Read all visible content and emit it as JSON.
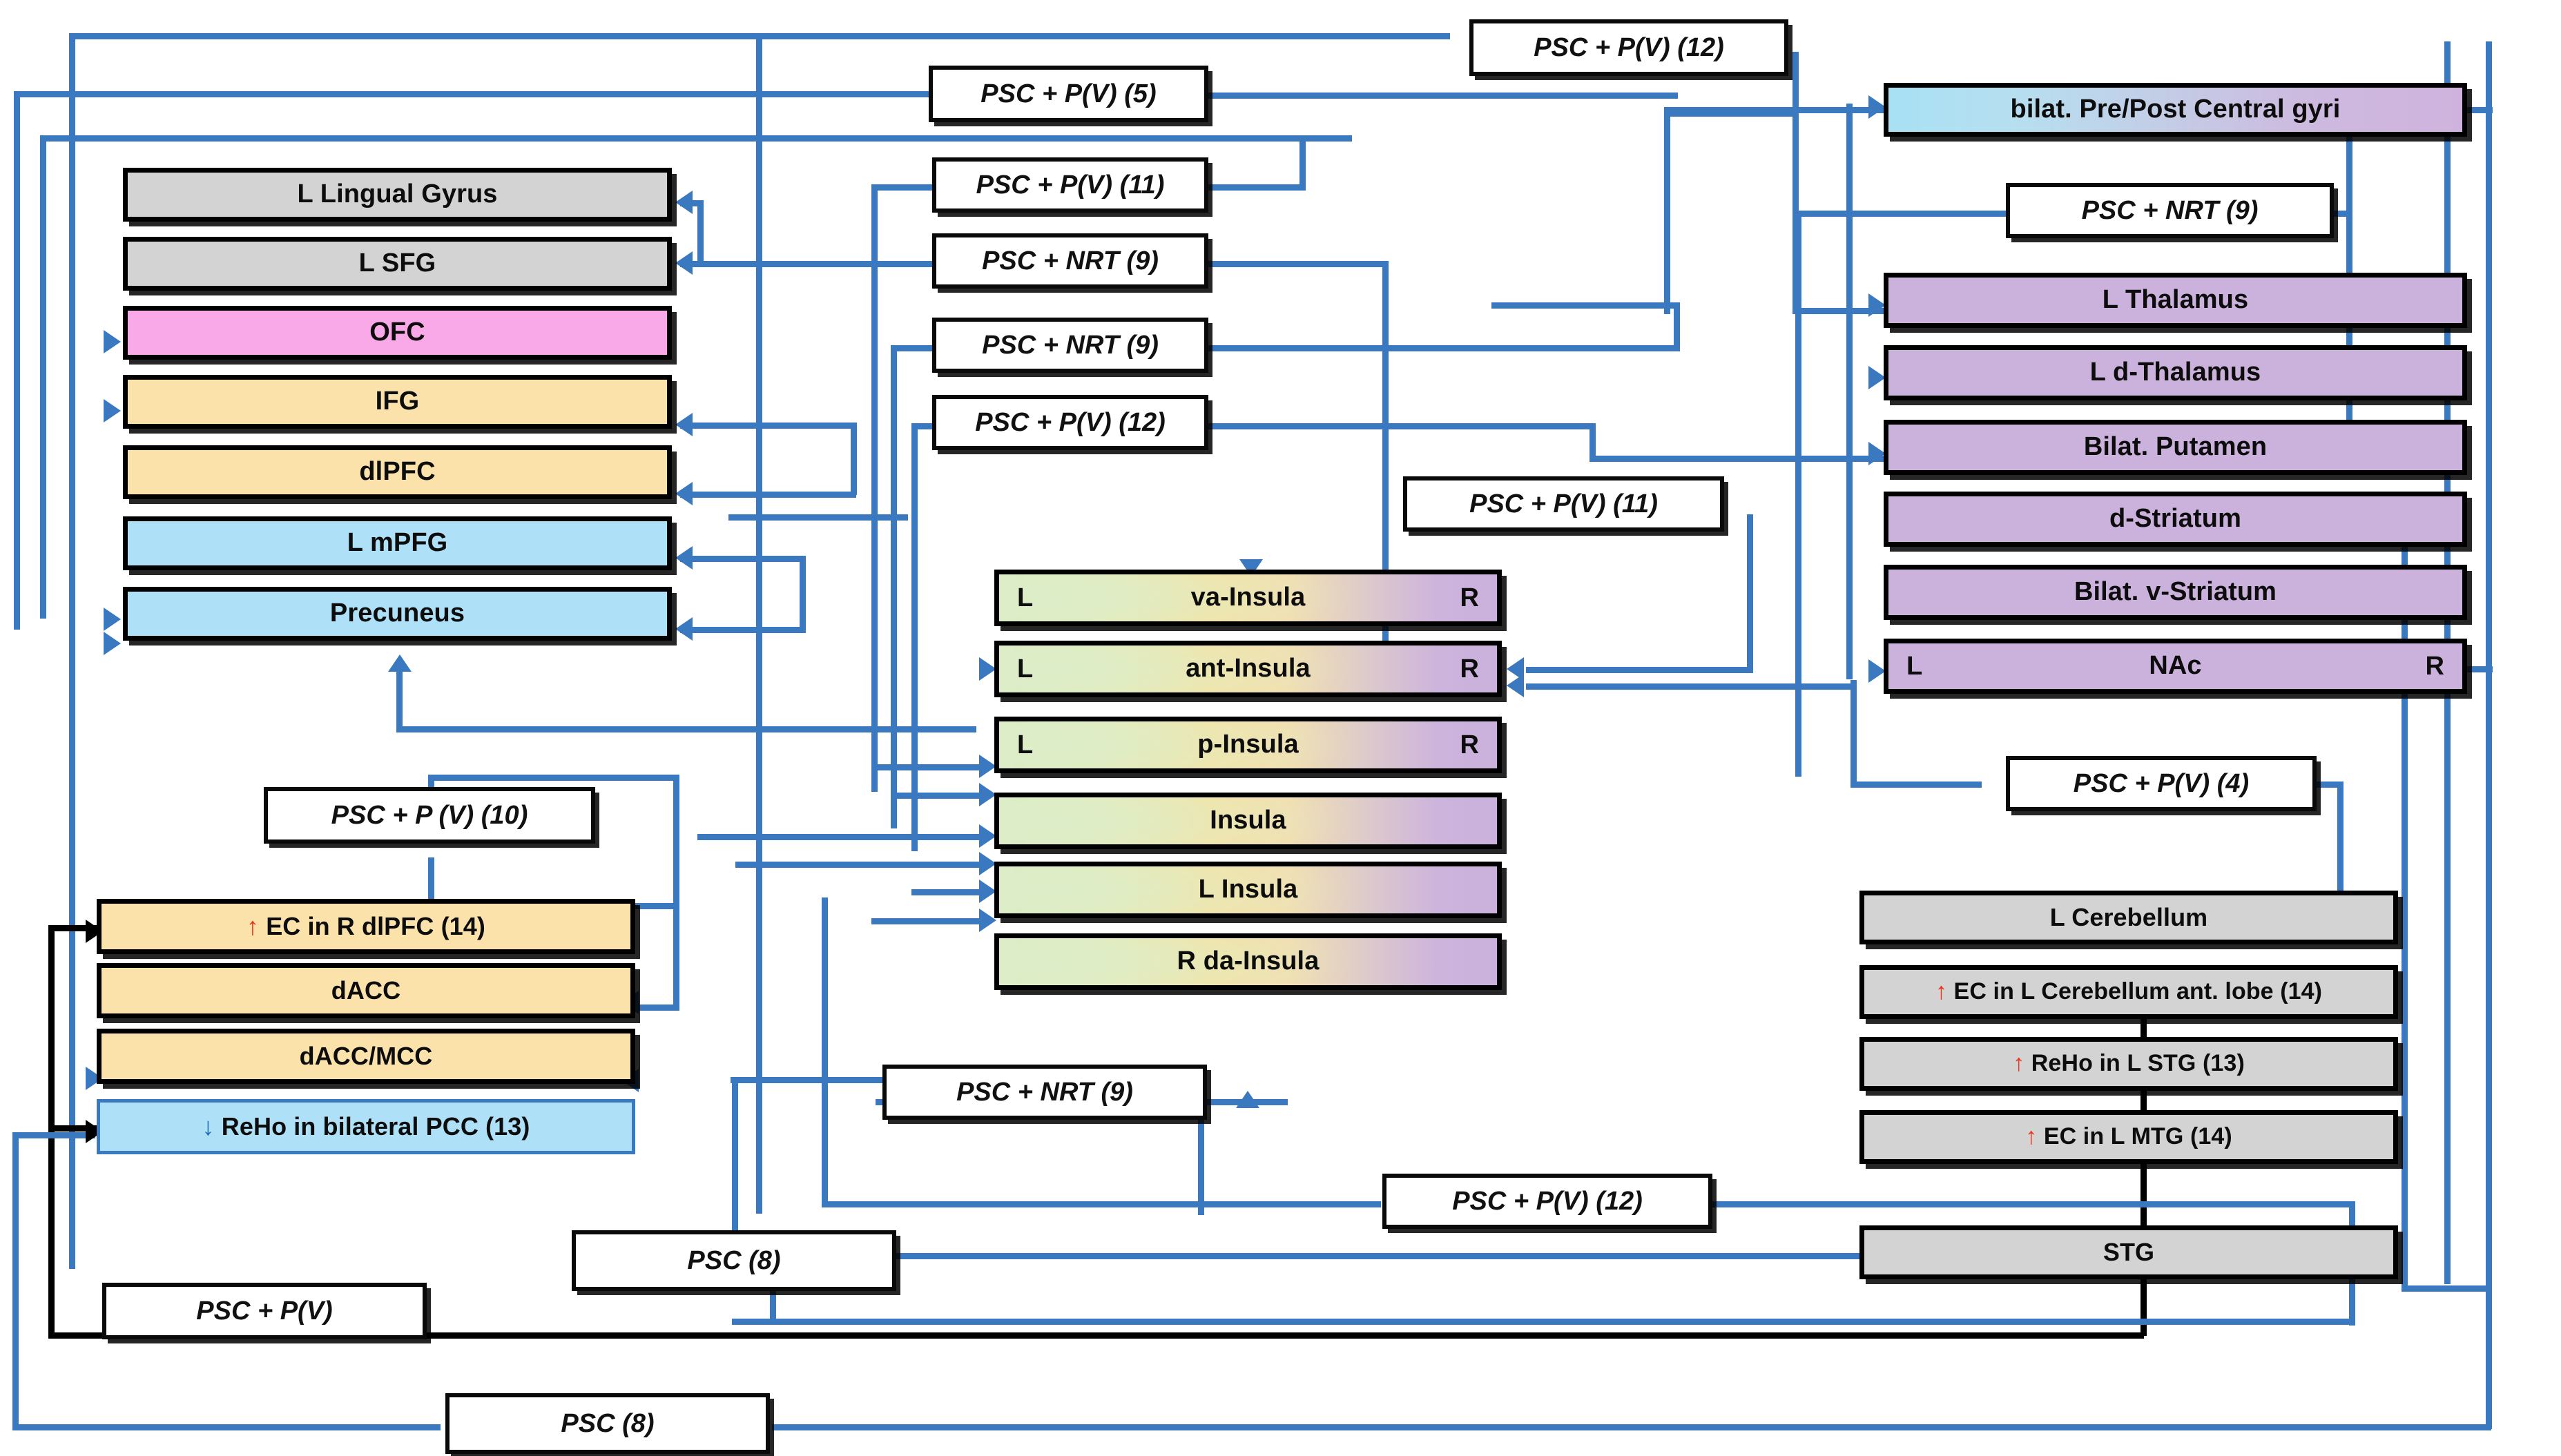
{
  "diagram": {
    "title": "Brain region connectivity / meta-analysis flow diagram",
    "accent_line_color": "#3a78c0",
    "black_line_color": "#000000",
    "arrow_up_color": "#e8341c",
    "arrow_down_color": "#1f6fbd"
  },
  "left_column": [
    {
      "label": "L Lingual Gyrus",
      "color": "#d3d3d3"
    },
    {
      "label": "L SFG",
      "color": "#d3d3d3"
    },
    {
      "label": "OFC",
      "color": "#f9a9e8"
    },
    {
      "label": "IFG",
      "color": "#fbe2ab"
    },
    {
      "label": "dlPFC",
      "color": "#fbe2ab"
    },
    {
      "label": "L mPFG",
      "color": "#aee1f7"
    },
    {
      "label": "Precuneus",
      "color": "#aee1f7"
    }
  ],
  "lower_left_column": [
    {
      "label": "EC in R dlPFC (14)",
      "color": "#fbe2ab",
      "marker": "↑",
      "marker_dir": "up"
    },
    {
      "label": "dACC",
      "color": "#fbe2ab",
      "marker": "",
      "marker_dir": ""
    },
    {
      "label": "dACC/MCC",
      "color": "#fbe2ab",
      "marker": "",
      "marker_dir": ""
    },
    {
      "label": "ReHo in bilateral PCC (13)",
      "color": "#aee1f7",
      "marker": "↓",
      "marker_dir": "down"
    }
  ],
  "center_column": [
    {
      "label": "va-Insula",
      "left_mark": "L",
      "right_mark": "R"
    },
    {
      "label": "ant-Insula",
      "left_mark": "L",
      "right_mark": "R"
    },
    {
      "label": "p-Insula",
      "left_mark": "L",
      "right_mark": "R"
    },
    {
      "label": "Insula",
      "left_mark": "",
      "right_mark": ""
    },
    {
      "label": "L Insula",
      "left_mark": "",
      "right_mark": ""
    },
    {
      "label": "R da-Insula",
      "left_mark": "",
      "right_mark": ""
    }
  ],
  "right_column": [
    {
      "label": "bilat. Pre/Post Central gyri",
      "color": "cyan-to-purple gradient",
      "left_mark": "",
      "right_mark": ""
    },
    {
      "label": "L Thalamus",
      "color": "#cbb2dc",
      "left_mark": "",
      "right_mark": ""
    },
    {
      "label": "L d-Thalamus",
      "color": "#cbb2dc",
      "left_mark": "",
      "right_mark": ""
    },
    {
      "label": "Bilat. Putamen",
      "color": "#cbb2dc",
      "left_mark": "",
      "right_mark": ""
    },
    {
      "label": "d-Striatum",
      "color": "#cbb2dc",
      "left_mark": "",
      "right_mark": ""
    },
    {
      "label": "Bilat. v-Striatum",
      "color": "#cbb2dc",
      "left_mark": "",
      "right_mark": ""
    },
    {
      "label": "NAc",
      "color": "#cbb2dc",
      "left_mark": "L",
      "right_mark": "R"
    }
  ],
  "lower_right_column": [
    {
      "label": "L Cerebellum",
      "color": "#d3d3d3",
      "marker": "",
      "marker_dir": ""
    },
    {
      "label": "EC in L Cerebellum ant. lobe (14)",
      "color": "#d3d3d3",
      "marker": "↑",
      "marker_dir": "up"
    },
    {
      "label": "ReHo in L STG (13)",
      "color": "#d3d3d3",
      "marker": "↑",
      "marker_dir": "up"
    },
    {
      "label": "EC in L MTG (14)",
      "color": "#d3d3d3",
      "marker": "↑",
      "marker_dir": "up"
    },
    {
      "label": "STG",
      "color": "#d3d3d3",
      "marker": "",
      "marker_dir": ""
    }
  ],
  "edge_labels": {
    "t01": "PSC + P(V) (12)",
    "t02": "PSC + P(V) (5)",
    "t03": "PSC + P(V) (11)",
    "t04": "PSC + NRT (9)",
    "t05": "PSC + NRT (9)",
    "t06": "PSC + P(V) (12)",
    "t07": "PSC + NRT (9)",
    "t08": "PSC + P(V) (11)",
    "t09": "PSC + P(V) (4)",
    "t10": "PSC + P (V) (10)",
    "t11": "PSC + NRT (9)",
    "t12": "PSC + P(V) (12)",
    "t13": "PSC (8)",
    "t14": "PSC + P(V)",
    "t15": "PSC (8)"
  }
}
